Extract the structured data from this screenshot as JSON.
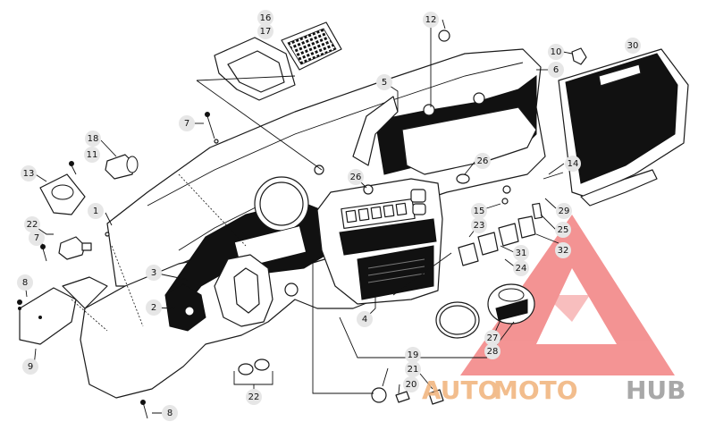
{
  "callouts": [
    "1",
    "2",
    "3",
    "4",
    "5",
    "6",
    "7",
    "7",
    "8",
    "8",
    "9",
    "10",
    "11",
    "12",
    "13",
    "14",
    "15",
    "16",
    "17",
    "18",
    "19",
    "20",
    "21",
    "22",
    "22",
    "23",
    "24",
    "25",
    "26",
    "26",
    "27",
    "28",
    "29",
    "30",
    "31",
    "32"
  ],
  "watermark": {
    "part1": "AUTO",
    "part2": "MOTO",
    "part3": "HUB",
    "color_primary": "#f0b27a",
    "color_secondary": "#9a9a9a",
    "triangle_color": "#f07070"
  }
}
